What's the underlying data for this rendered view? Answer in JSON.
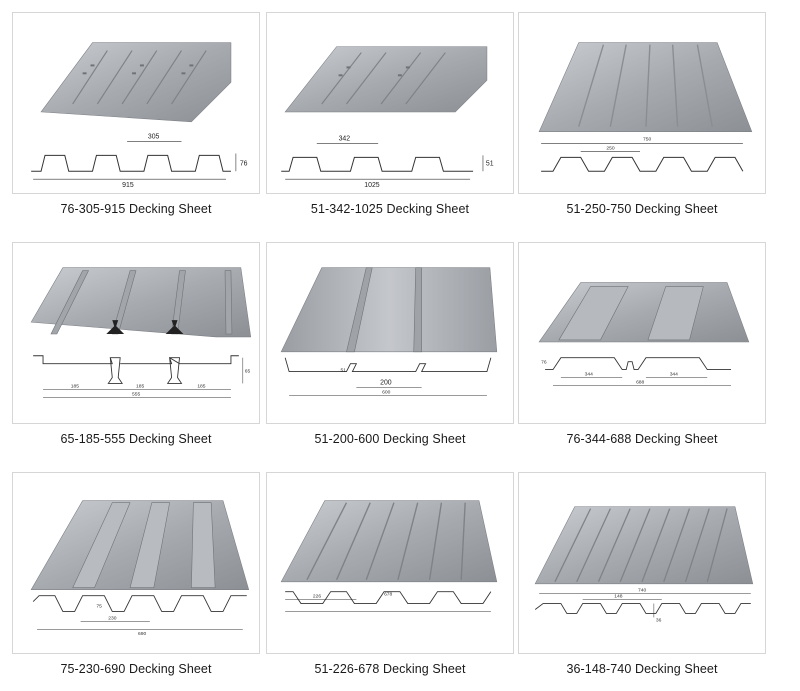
{
  "sheets": [
    {
      "caption": "76-305-915 Decking Sheet",
      "dims": {
        "pitch": "305",
        "width": "915",
        "height": "76"
      }
    },
    {
      "caption": "51-342-1025 Decking Sheet",
      "dims": {
        "pitch": "342",
        "width": "1025",
        "height": "51"
      }
    },
    {
      "caption": "51-250-750 Decking Sheet",
      "dims": {
        "width": "750",
        "pitch": "250"
      }
    },
    {
      "caption": "65-185-555 Decking Sheet",
      "dims": {
        "p1": "185",
        "p2": "185",
        "p3": "185",
        "width": "555",
        "height": "65"
      }
    },
    {
      "caption": "51-200-600 Decking Sheet",
      "dims": {
        "height": "51",
        "pitch": "200",
        "width": "600"
      }
    },
    {
      "caption": "76-344-688 Decking Sheet",
      "dims": {
        "height": "76",
        "p1": "344",
        "p2": "344",
        "width": "688"
      }
    },
    {
      "caption": "75-230-690 Decking Sheet",
      "dims": {
        "height": "75",
        "pitch": "230",
        "width": "690"
      }
    },
    {
      "caption": "51-226-678 Decking Sheet",
      "dims": {
        "pitch": "226",
        "width": "678"
      }
    },
    {
      "caption": "36-148-740 Decking Sheet",
      "dims": {
        "width": "740",
        "pitch": "148",
        "height": "36"
      }
    }
  ]
}
